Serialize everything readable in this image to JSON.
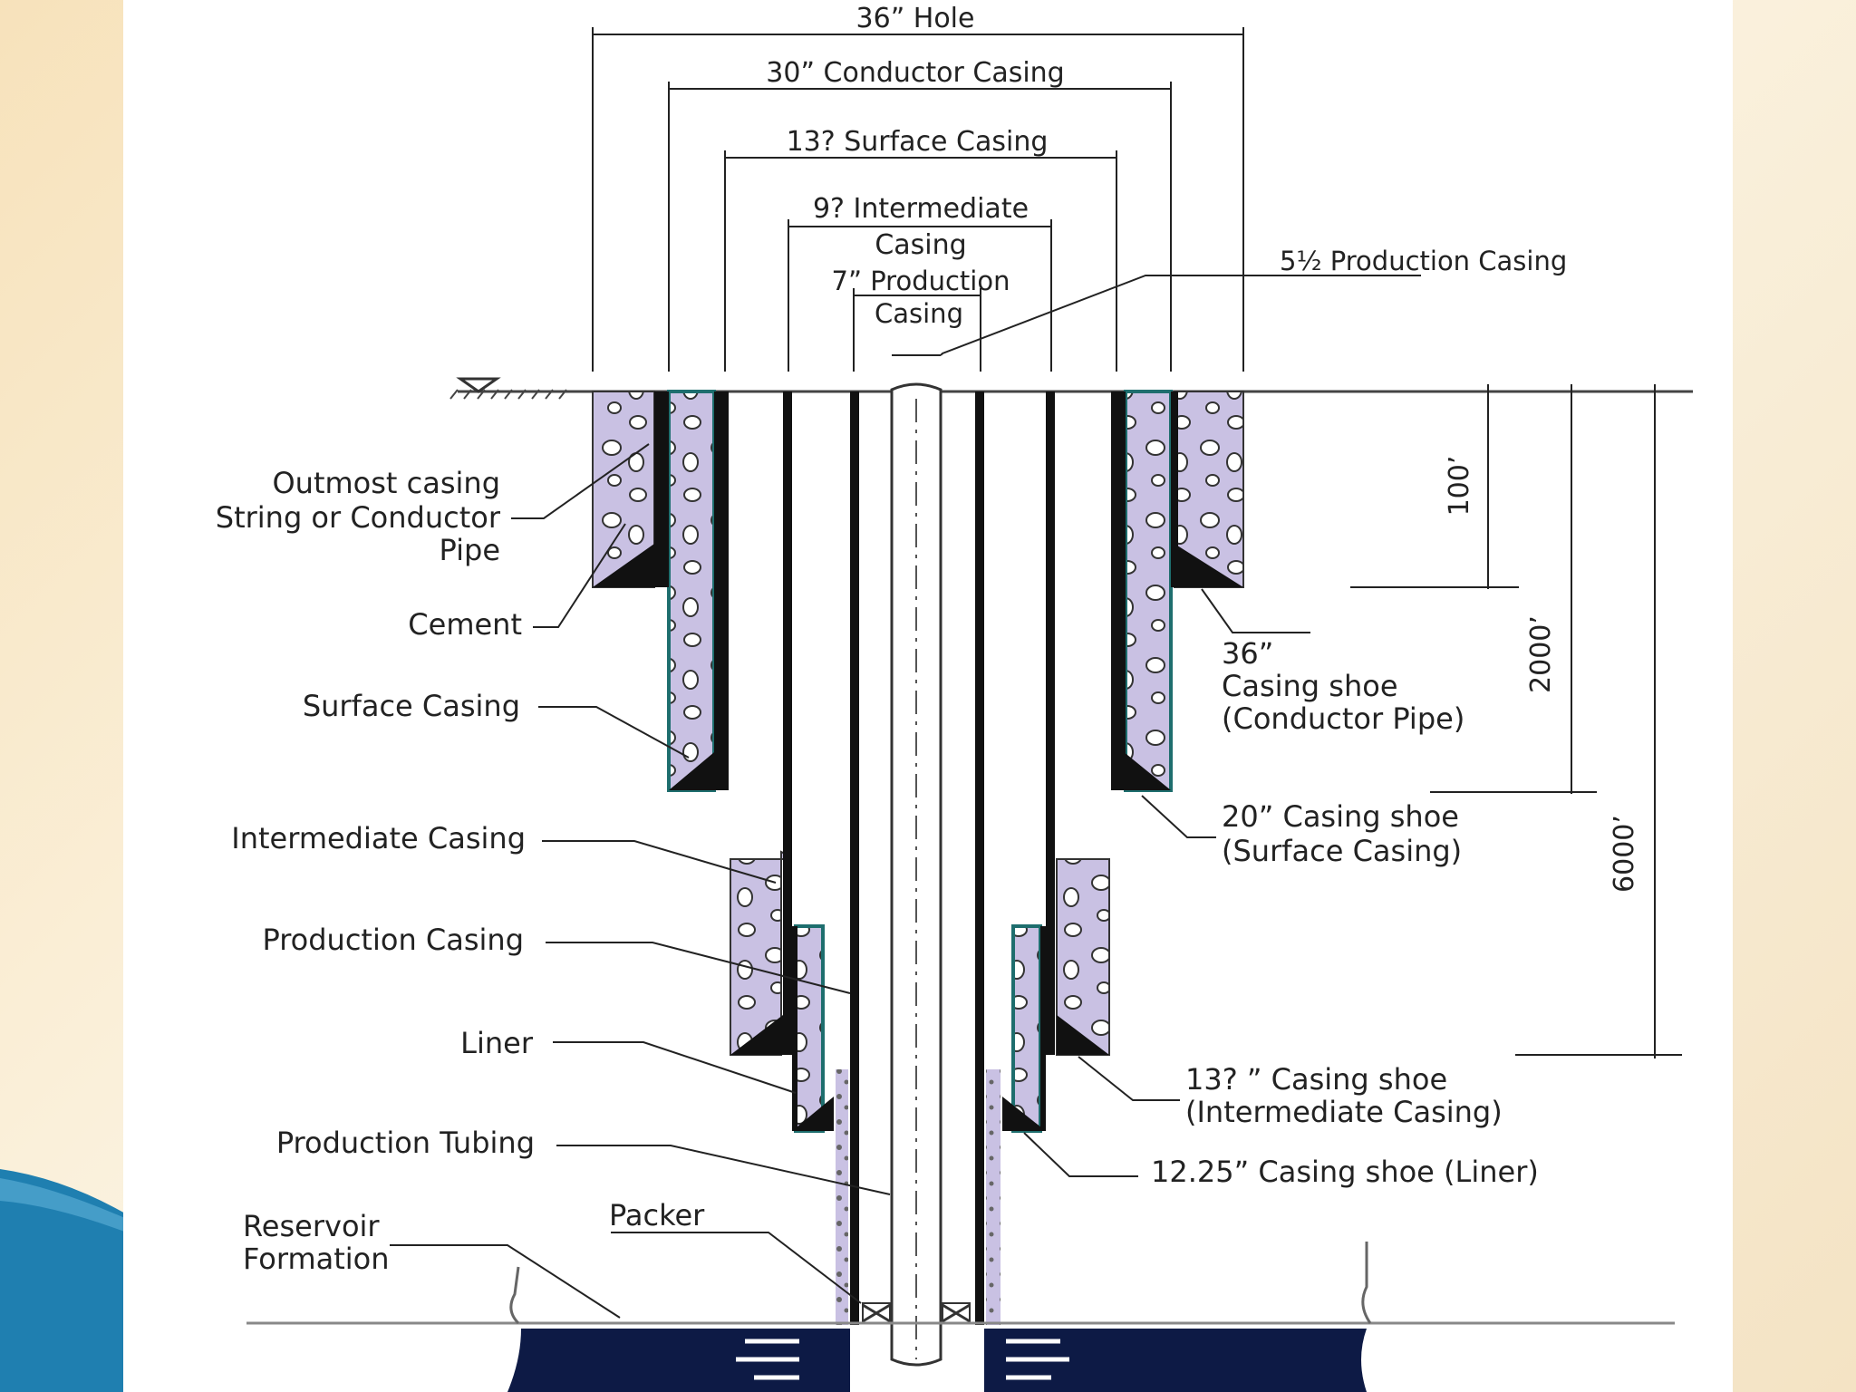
{
  "slide": {
    "accent_color": "#1f7fb0",
    "background_color": "#f7e2bb"
  },
  "diagram": {
    "top_dims": {
      "hole": "36” Hole",
      "conductor": "30” Conductor Casing",
      "surface": "13? Surface Casing",
      "intermediate_l1": "9? Intermediate",
      "intermediate_l2": "Casing",
      "production7_l1": "7” Production",
      "production7_l2": "Casing",
      "production5": "5½ Production Casing"
    },
    "left_labels": {
      "outmost_l1": "Outmost casing",
      "outmost_l2": "String or Conductor",
      "outmost_l3": "Pipe",
      "cement": "Cement",
      "surface_casing": "Surface Casing",
      "intermediate_casing": "Intermediate Casing",
      "production_casing": "Production Casing",
      "liner": "Liner",
      "production_tubing": "Production Tubing",
      "reservoir_l1": "Reservoir",
      "reservoir_l2": "Formation",
      "packer": "Packer"
    },
    "right_labels": {
      "shoe36_l1": "36”",
      "shoe36_l2": "Casing shoe",
      "shoe36_l3": "(Conductor Pipe)",
      "shoe20_l1": "20” Casing shoe",
      "shoe20_l2": "(Surface Casing)",
      "shoe13_l1": "13? ” Casing shoe",
      "shoe13_l2": "(Intermediate Casing)",
      "shoe12": "12.25” Casing shoe (Liner)"
    },
    "depths": {
      "d100": "100’",
      "d2000": "2000’",
      "d6000": "6000’"
    }
  }
}
